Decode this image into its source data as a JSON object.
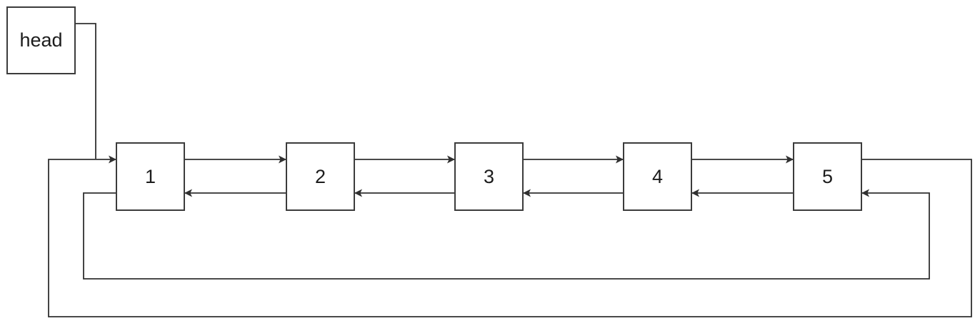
{
  "diagram": {
    "type": "circular-doubly-linked-list",
    "head": {
      "label": "head"
    },
    "nodes": [
      {
        "label": "1"
      },
      {
        "label": "2"
      },
      {
        "label": "3"
      },
      {
        "label": "4"
      },
      {
        "label": "5"
      }
    ],
    "edges": [
      {
        "from": "head",
        "to": "1",
        "kind": "head-pointer",
        "arrowhead": "into node 1 left edge"
      },
      {
        "from": "1",
        "to": "2",
        "kind": "next"
      },
      {
        "from": "2",
        "to": "3",
        "kind": "next"
      },
      {
        "from": "3",
        "to": "4",
        "kind": "next"
      },
      {
        "from": "4",
        "to": "5",
        "kind": "next"
      },
      {
        "from": "5",
        "to": "1",
        "kind": "next-wraparound",
        "route": "right side, bottom outer rail, left side"
      },
      {
        "from": "2",
        "to": "1",
        "kind": "prev"
      },
      {
        "from": "3",
        "to": "2",
        "kind": "prev"
      },
      {
        "from": "4",
        "to": "3",
        "kind": "prev"
      },
      {
        "from": "5",
        "to": "4",
        "kind": "prev"
      },
      {
        "from": "1",
        "to": "5",
        "kind": "prev-wraparound",
        "route": "left side, bottom inner rail, right side"
      }
    ],
    "colors": {
      "background": "#ffffff",
      "box_fill": "#ffffff",
      "box_stroke": "#3c3c3c",
      "edge_stroke": "#303030",
      "text": "#1c1c1c"
    }
  }
}
